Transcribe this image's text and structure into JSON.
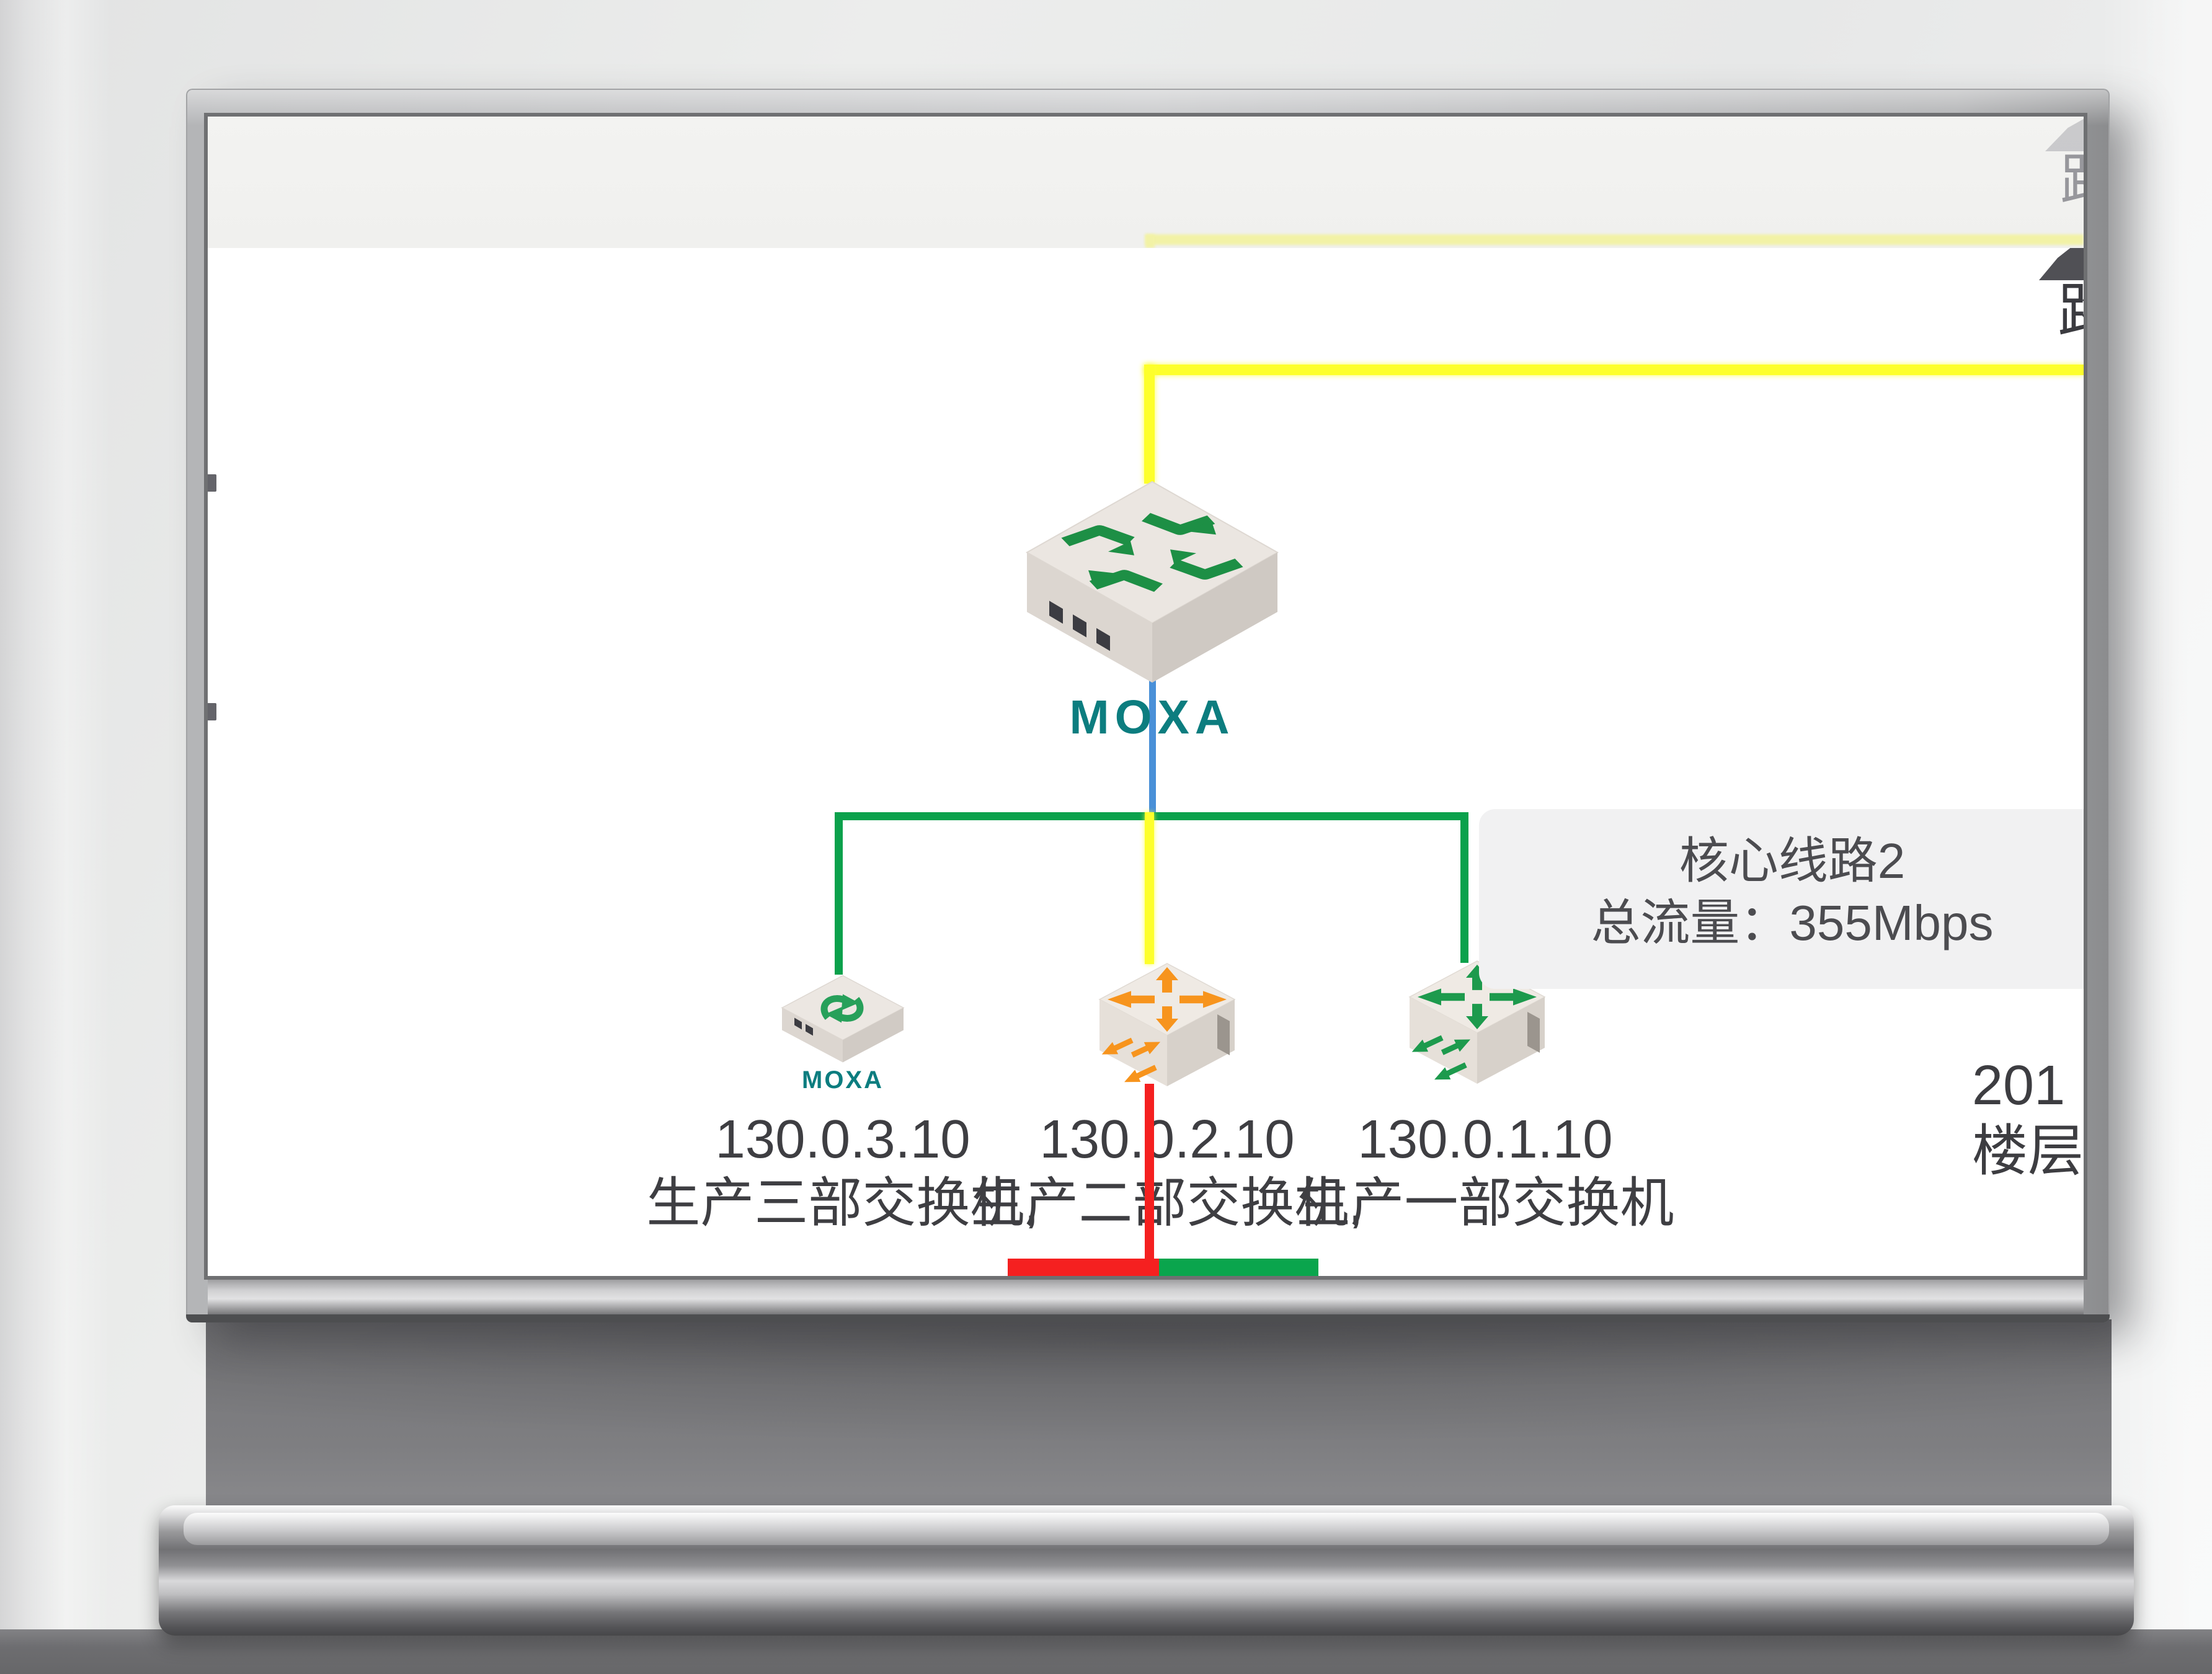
{
  "screen": {
    "core": {
      "logo": "MOXA"
    },
    "child_vendor_logo": "MOXA",
    "nodes": [
      {
        "ip": "130.0.3.10",
        "name": "生产三部交换机,",
        "arrow_color": "#279f56"
      },
      {
        "ip": "130.0.2.10",
        "name": "生产二部交换机,",
        "arrow_color": "#f7941d"
      },
      {
        "ip": "130.0.1.10",
        "name": "生产一部交换机",
        "arrow_color": "#1d9a4d"
      }
    ],
    "tooltip": {
      "title": "核心线路2",
      "traffic": "总流量：355Mbps"
    },
    "edge_label": {
      "line1": "201",
      "line2": "楼层"
    },
    "edge_fragment_char": "路",
    "colors": {
      "uplink_yellow": "#fdff2b",
      "pale_yellow": "#f2f2a6",
      "trunk_green": "#0ba14c",
      "core_blue": "#4a90d8",
      "alert_red": "#f52020",
      "bar_green": "#0aa54d",
      "moxa_teal": "#0c7d7f",
      "tooltip_bg": "#f1f1f2",
      "label_text": "#3e3e42",
      "header_bg": "#f2f2f0"
    }
  }
}
